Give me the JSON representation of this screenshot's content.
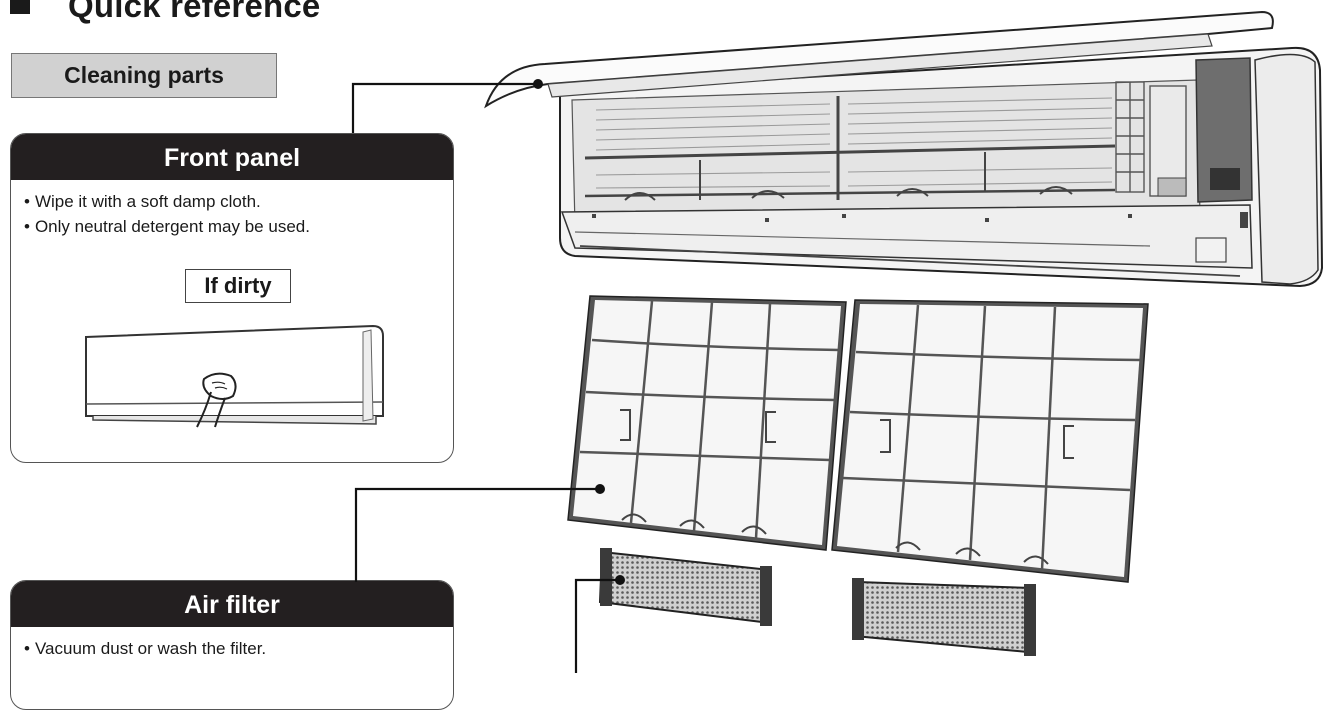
{
  "header": {
    "title": "Quick reference"
  },
  "section": {
    "label": "Cleaning parts"
  },
  "front_panel": {
    "title": "Front panel",
    "bullets": [
      "Wipe it with a soft damp cloth.",
      "Only neutral detergent may be used."
    ],
    "note_label": "If dirty"
  },
  "air_filter": {
    "title": "Air filter",
    "bullets": [
      "Vacuum dust or wash the filter."
    ]
  }
}
